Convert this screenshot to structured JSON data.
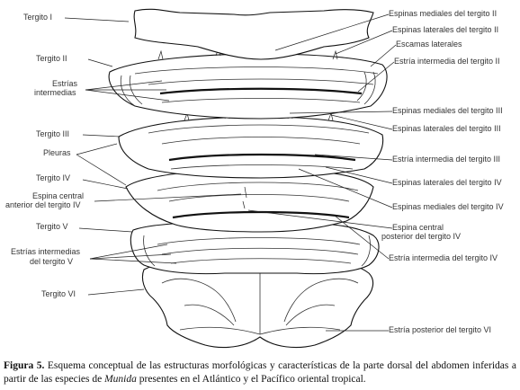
{
  "labels": {
    "tergito_i": "Tergito I",
    "tergito_ii": "Tergito II",
    "estrias_intermedias_1": "Estrías",
    "estrias_intermedias_2": "intermedias",
    "tergito_iii": "Tergito III",
    "pleuras": "Pleuras",
    "tergito_iv": "Tergito IV",
    "espina_central_anterior_1": "Espina central",
    "espina_central_anterior_2": "anterior del tergito IV",
    "tergito_v": "Tergito V",
    "estrias_tergito_v_1": "Estrías intermedias",
    "estrias_tergito_v_2": "del tergito V",
    "tergito_vi": "Tergito VI",
    "espinas_mediales_ii": "Espinas mediales del tergito II",
    "espinas_laterales_ii": "Espinas laterales del tergito II",
    "escamas_laterales": "Escamas laterales",
    "estria_intermedia_ii": "Estría intermedia del tergito II",
    "espinas_mediales_iii": "Espinas mediales del tergito III",
    "espinas_laterales_iii": "Espinas laterales del tergito III",
    "estria_intermedia_iii": "Estría intermedia del tergito III",
    "espinas_laterales_iv": "Espinas laterales del tergito IV",
    "espinas_mediales_iv": "Espinas mediales del tergito IV",
    "espina_central_posterior_1": "Espina central",
    "espina_central_posterior_2": "posterior del tergito IV",
    "estria_intermedia_iv": "Estría intermedia del tergito IV",
    "estria_posterior_vi": "Estría posterior del tergito VI"
  },
  "caption": {
    "figure_label": "Figura 5.",
    "text_before_genus": " Esquema conceptual de las estructuras morfológicas y características de la parte dorsal del abdomen inferidas a partir de las especies de ",
    "genus": "Munida",
    "text_after_genus": " presentes en el Atlántico y el Pacífico oriental tropical."
  }
}
